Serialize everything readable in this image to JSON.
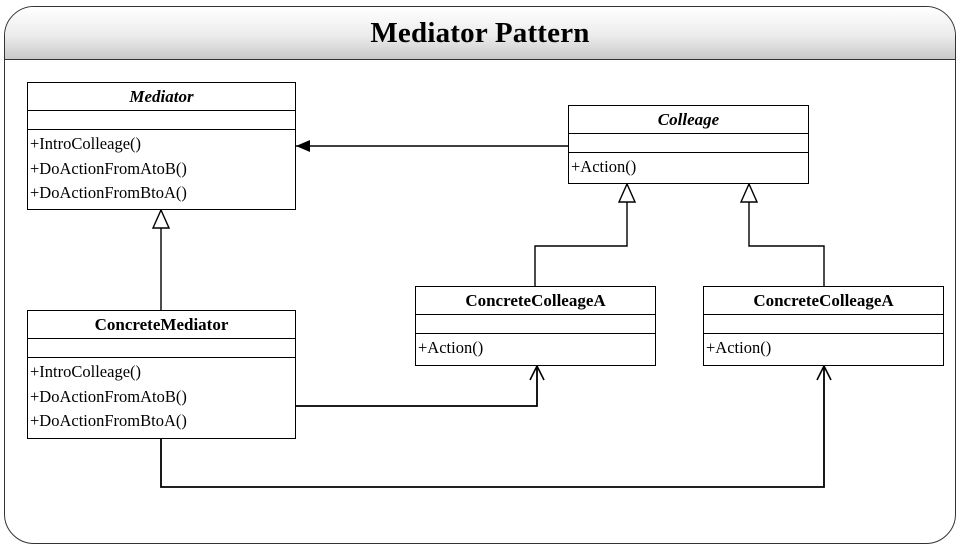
{
  "title": "Mediator Pattern",
  "classes": {
    "mediator": {
      "name": "Mediator",
      "operations": [
        "+IntroColleage()",
        "+DoActionFromAtoB()",
        "+DoActionFromBtoA()"
      ]
    },
    "colleage": {
      "name": "Colleage",
      "operations": [
        "+Action()"
      ]
    },
    "concrete_mediator": {
      "name": "ConcreteMediator",
      "operations": [
        "+IntroColleage()",
        "+DoActionFromAtoB()",
        "+DoActionFromBtoA()"
      ]
    },
    "concrete_colleage_a": {
      "name": "ConcreteColleageA",
      "operations": [
        "+Action()"
      ]
    },
    "concrete_colleage_b": {
      "name": "ConcreteColleageA",
      "operations": [
        "+Action()"
      ]
    }
  },
  "relationships": [
    {
      "type": "association",
      "from": "Colleage",
      "to": "Mediator"
    },
    {
      "type": "generalization",
      "from": "ConcreteMediator",
      "to": "Mediator"
    },
    {
      "type": "generalization",
      "from": "ConcreteColleageA",
      "to": "Colleage"
    },
    {
      "type": "generalization",
      "from": "ConcreteColleageA",
      "to": "Colleage"
    },
    {
      "type": "association",
      "from": "ConcreteMediator",
      "to": "ConcreteColleageA"
    },
    {
      "type": "association",
      "from": "ConcreteMediator",
      "to": "ConcreteColleageA"
    }
  ]
}
